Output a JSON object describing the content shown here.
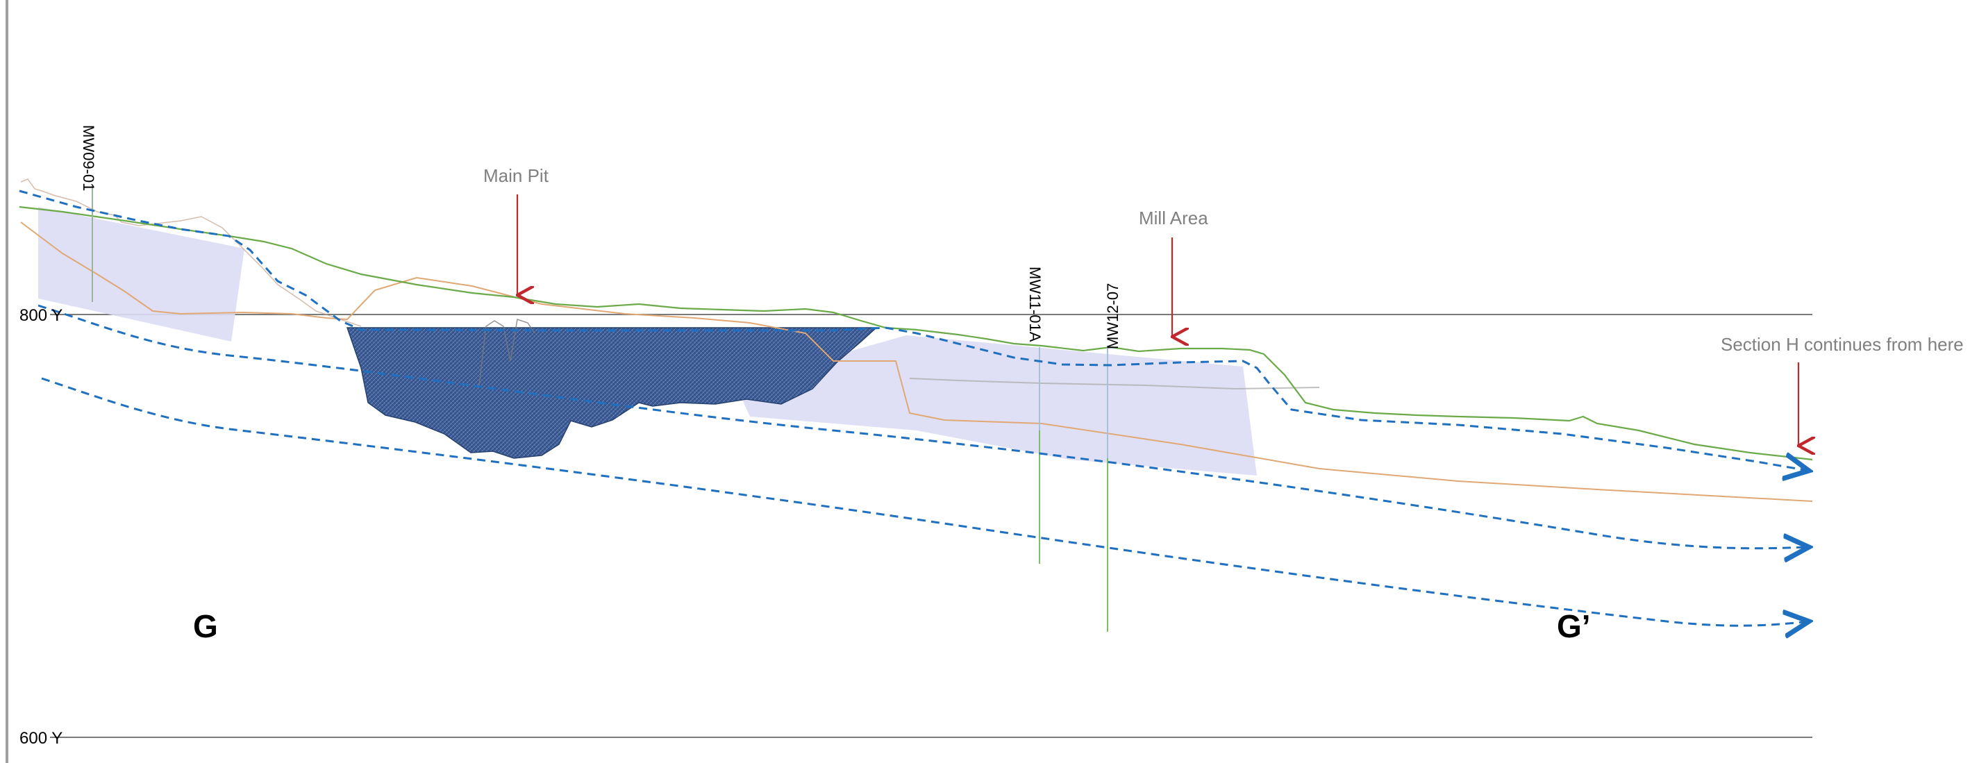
{
  "elevation_refs": {
    "top": "800 Y",
    "bottom": "600 Y"
  },
  "wells": {
    "mw09_01": "MW09-01",
    "mw11_01a": "MW11-01A",
    "mw12_07": "MW12-07"
  },
  "annotations": {
    "main_pit": "Main Pit",
    "mill_area": "Mill Area",
    "section_h": "Section H continues from here"
  },
  "section_labels": {
    "start": "G",
    "end": "G’"
  },
  "colors": {
    "ground_surface": "#6aaa48",
    "bedrock": "#e0a874",
    "flow_arrows": "#1f70c0",
    "annotation_arrows": "#c0282e",
    "pit_fill": "#3a5a94",
    "waste_fill": "#dcdcf4",
    "reference_lines": "#808080",
    "well_casing": "#7fbf6a"
  }
}
